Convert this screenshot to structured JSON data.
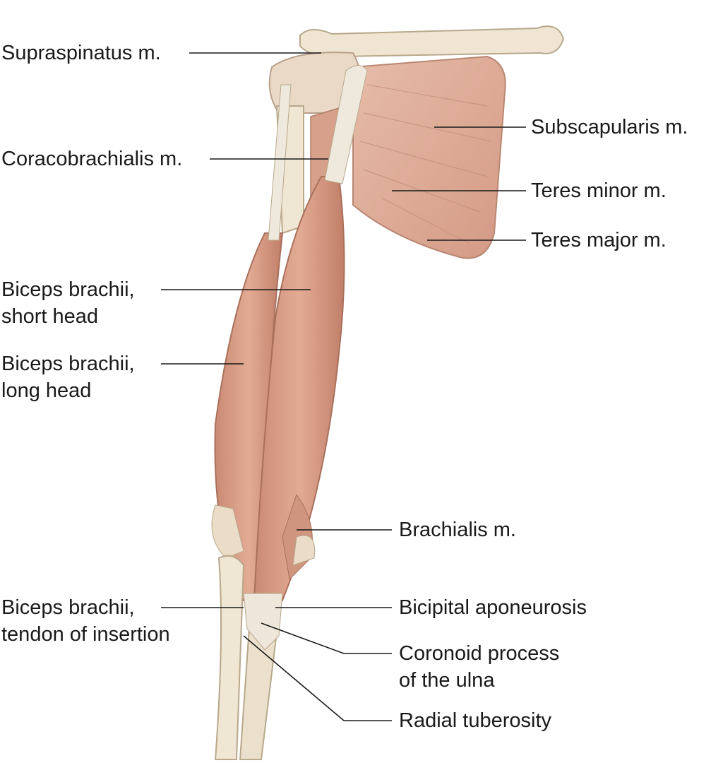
{
  "labels": {
    "supraspinatus": "Supraspinatus m.",
    "coracobrachialis": "Coracobrachialis m.",
    "biceps_short_1": "Biceps brachii,",
    "biceps_short_2": "short head",
    "biceps_long_1": "Biceps brachii,",
    "biceps_long_2": "long head",
    "biceps_tendon_1": "Biceps brachii,",
    "biceps_tendon_2": "tendon of insertion",
    "subscapularis": "Subscapularis m.",
    "teres_minor": "Teres minor m.",
    "teres_major": "Teres major m.",
    "brachialis": "Brachialis m.",
    "bicipital": "Bicipital aponeurosis",
    "coronoid_1": "Coronoid process",
    "coronoid_2": "of the ulna",
    "radial": "Radial tuberosity"
  },
  "colors": {
    "muscle": "#d9a08a",
    "muscle_dark": "#c88670",
    "bone": "#ede3d0",
    "tendon": "#e9e2d6",
    "line": "#1a1a1a"
  }
}
